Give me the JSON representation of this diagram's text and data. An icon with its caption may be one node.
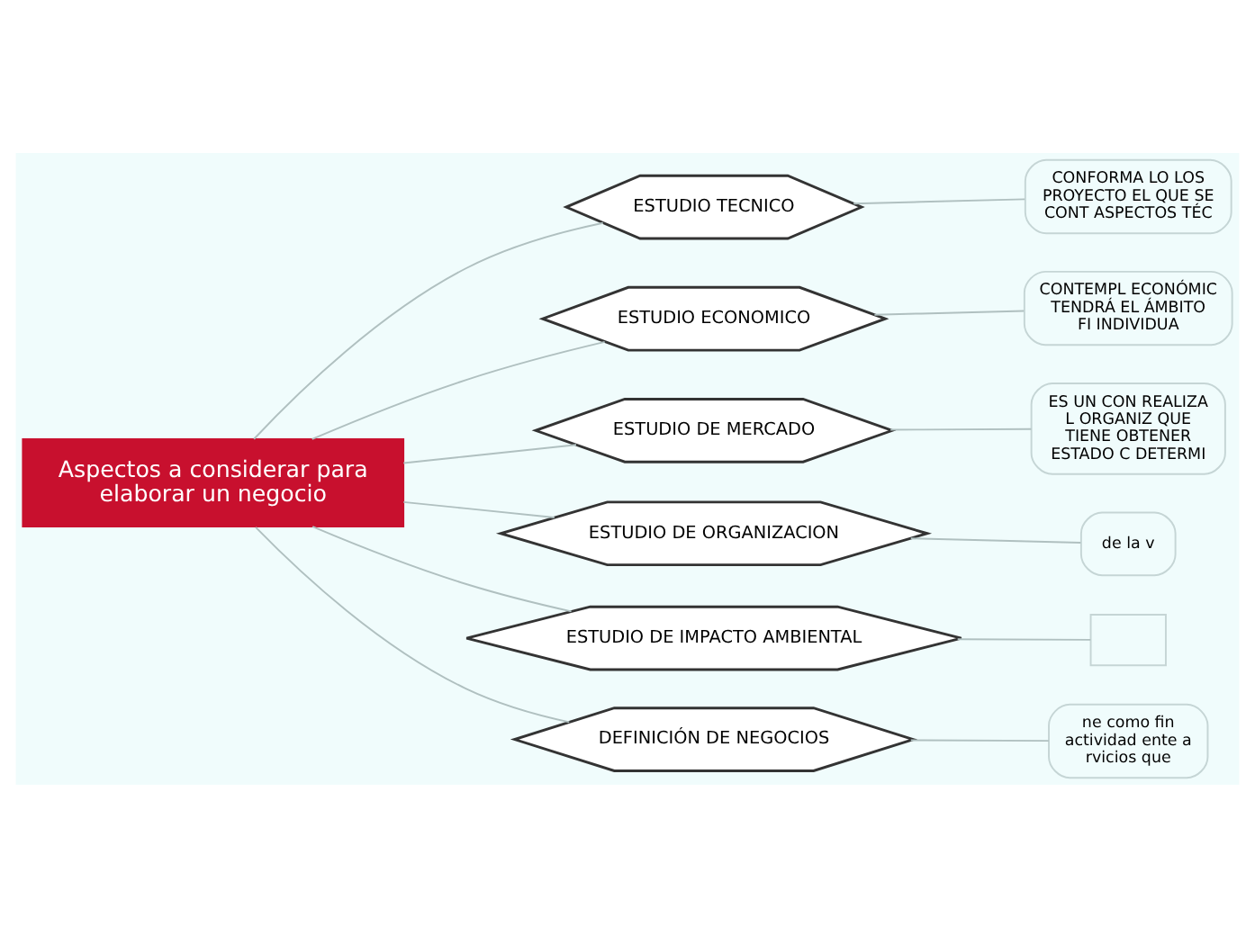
{
  "diagram": {
    "nodes": [
      {
        "text": [
          "Aspectos a considerar para elaborar un negocio"
        ]
      },
      {
        "text": [
          "ESTUDIO TECNICO"
        ]
      },
      {
        "text": [
          "ESTUDIO ECONOMICO"
        ]
      },
      {
        "text": [
          "ESTUDIO DE MERCADO"
        ]
      },
      {
        "text": [
          "ESTUDIO DE ORGANIZACION"
        ]
      },
      {
        "text": [
          "ESTUDIO DE IMPACTO AMBIENTAL"
        ]
      },
      {
        "text": [
          "DEFINICIÓN DE NEGOCIOS"
        ]
      },
      {
        "text": [
          "CONFORMA LO LOS PROYECTO EL QUE SE CONT ASPECTOS TÉC"
        ]
      },
      {
        "text": [
          "CONTEMPL ECONÓMIC TENDRÁ EL ÁMBITO FI INDIVIDUA"
        ]
      },
      {
        "text": [
          "ES UN CON REALIZA L ORGANIZ QUE TIENE OBTENER ESTADO C DETERMI"
        ]
      },
      {
        "text": [
          "de la v"
        ]
      },
      {
        "text": [],
        "shape": "box"
      },
      {
        "text": [
          "ne como fin actividad ente a rvicios que"
        ]
      }
    ],
    "edges": [
      {
        "from": 0,
        "to": 1,
        "arrow": "none"
      },
      {
        "from": 0,
        "to": 2,
        "arrow": "none"
      },
      {
        "from": 0,
        "to": 3,
        "arrow": "none"
      },
      {
        "from": 0,
        "to": 4,
        "arrow": "none"
      },
      {
        "from": 0,
        "to": 5,
        "arrow": "none"
      },
      {
        "from": 0,
        "to": 6,
        "arrow": "none"
      },
      {
        "from": 1,
        "to": 7,
        "arrow": "none"
      },
      {
        "from": 2,
        "to": 8,
        "arrow": "none"
      },
      {
        "from": 3,
        "to": 9,
        "arrow": "none"
      },
      {
        "from": 4,
        "to": 10,
        "arrow": "none"
      },
      {
        "from": 5,
        "to": 11,
        "arrow": "none"
      },
      {
        "from": 6,
        "to": 12,
        "arrow": "none"
      }
    ]
  }
}
